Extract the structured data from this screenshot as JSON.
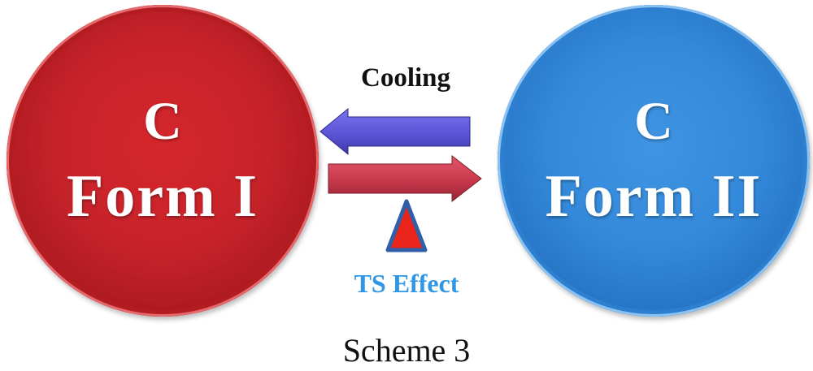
{
  "diagram": {
    "left_node": {
      "symbol": "C",
      "label": "Form I",
      "color": "#c7232a"
    },
    "right_node": {
      "symbol": "C",
      "label": "Form II",
      "color": "#3489da"
    },
    "arrow_to_left": {
      "label": "Cooling",
      "color": "#5b55d6",
      "direction": "left"
    },
    "arrow_to_right": {
      "color": "#c8384b",
      "direction": "right"
    },
    "triangle_marker": {
      "fill": "#e8241b",
      "stroke": "#2f5fa8"
    },
    "effect_label": {
      "text": "TS Effect",
      "color": "#2f97e6"
    }
  },
  "caption": "Scheme 3"
}
